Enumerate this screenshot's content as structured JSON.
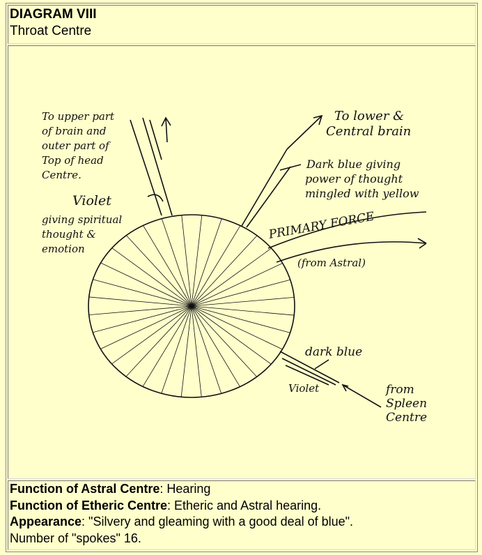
{
  "header": {
    "title": "DIAGRAM VIII",
    "subtitle": "Throat Centre"
  },
  "diagram": {
    "labels": {
      "upper": [
        "To upper part",
        "of brain and",
        "outer part of",
        "Top of head",
        "Centre."
      ],
      "lower": [
        "To lower &",
        "Central brain"
      ],
      "darkblue_top": [
        "Dark blue giving",
        "power of thought",
        "mingled with yellow"
      ],
      "violet_top": [
        "Violet"
      ],
      "violet_desc": [
        "giving spiritual",
        "thought &",
        "emotion"
      ],
      "primary": "PRIMARY FORCE",
      "astral": "(from Astral)",
      "darkblue_bottom": "dark blue",
      "violet_bottom": "Violet",
      "spleen": [
        "from",
        "Spleen",
        "Centre"
      ]
    },
    "spokes": 16
  },
  "info": {
    "astral_label": "Function of Astral Centre",
    "astral_value": ": Hearing",
    "etheric_label": "Function of Etheric Centre",
    "etheric_value": ": Etheric and Astral hearing.",
    "appearance_label": "Appearance",
    "appearance_value": ": \"Silvery and gleaming with a good deal of blue\".",
    "spokes_text": "Number of \"spokes\" 16."
  }
}
